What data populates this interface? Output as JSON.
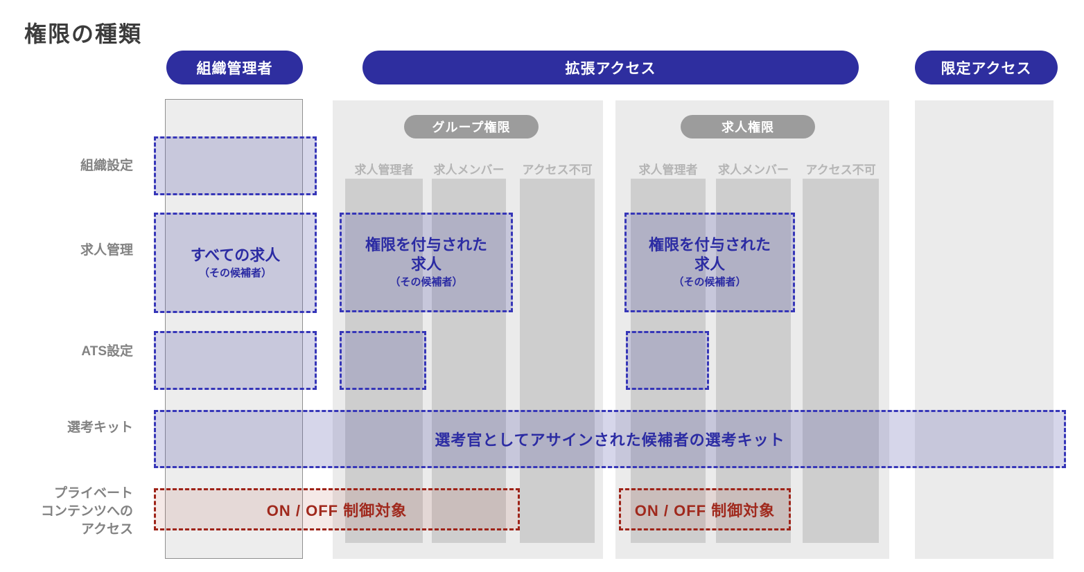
{
  "title": "権限の種類",
  "access_levels": {
    "org_admin": "組織管理者",
    "extended": "拡張アクセス",
    "limited": "限定アクセス"
  },
  "permission_groups": {
    "group": {
      "label": "グループ権限",
      "roles": [
        "求人管理者",
        "求人メンバー",
        "アクセス不可"
      ]
    },
    "job": {
      "label": "求人権限",
      "roles": [
        "求人管理者",
        "求人メンバー",
        "アクセス不可"
      ]
    }
  },
  "rows": [
    {
      "label": "組織設定"
    },
    {
      "label": "求人管理"
    },
    {
      "label": "ATS設定"
    },
    {
      "label": "選考キット"
    },
    {
      "label": "プライベート\nコンテンツへの\nアクセス"
    }
  ],
  "cells": {
    "all_jobs": {
      "title": "すべての求人",
      "subtitle": "（その候補者）"
    },
    "granted_jobs_group": {
      "title": "権限を付与された\n求人",
      "subtitle": "（その候補者）"
    },
    "granted_jobs_job": {
      "title": "権限を付与された\n求人",
      "subtitle": "（その候補者）"
    },
    "interview_kit_scope": "選考官としてアサインされた候補者の選考キット",
    "private_content_group": "ON / OFF 制御対象",
    "private_content_job": "ON / OFF 制御対象"
  },
  "colors": {
    "accent_blue": "#2e2e9f",
    "dashed_blue": "#3636b8",
    "text_blue": "#2b2ba3",
    "dashed_red": "#9e2318",
    "text_red": "#a0291d",
    "pill_gray": "#9c9c9c"
  }
}
